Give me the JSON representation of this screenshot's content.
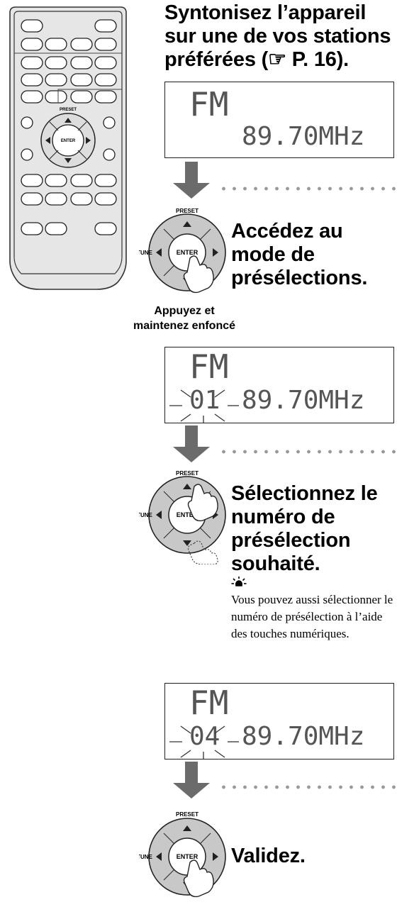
{
  "step1": {
    "heading": "Syntonisez l’appareil sur une de vos stations préférées (☞ P. 16).",
    "lcd_band": "FM",
    "lcd_freq": "89.70MHz"
  },
  "step2": {
    "heading": "Accédez au mode de présélections.",
    "hold_note": "Appuyez et maintenez enfoncé",
    "lcd_band": "FM",
    "lcd_preset": "01",
    "lcd_freq": "89.70MHz"
  },
  "step3": {
    "heading": "Sélectionnez le numéro de présélection souhaité.",
    "tip": "Vous pouvez aussi sélectionner le numéro de présélection à l’aide des touches numériques.",
    "lcd_band": "FM",
    "lcd_preset": "04",
    "lcd_freq": "89.70MHz"
  },
  "step4": {
    "heading": "Validez."
  },
  "remote": {
    "preset_label": "PRESET",
    "enter_label": "ENTER",
    "tune_label": "TUNE"
  },
  "colors": {
    "arrow": "#6b6b6b",
    "dial": "#c8c8c8",
    "dots": "#999999"
  },
  "icons": [
    "remote-control-icon",
    "hand-press-icon",
    "tip-bulb-icon",
    "down-arrow-icon"
  ]
}
